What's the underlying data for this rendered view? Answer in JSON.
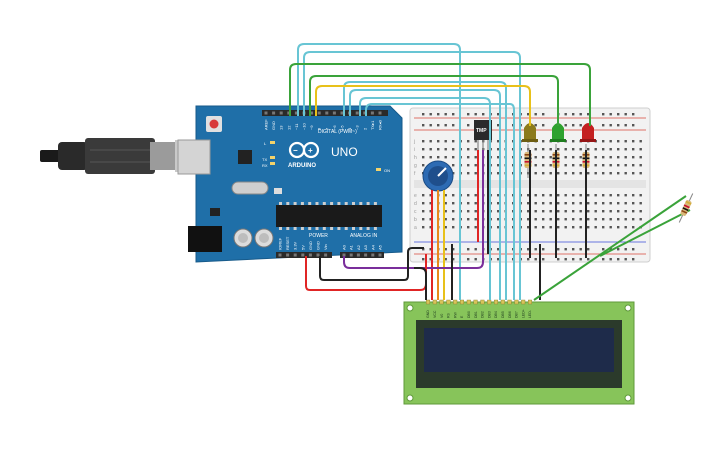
{
  "arduino": {
    "brand_label": "ARDUINO",
    "model_label": "UNO",
    "digital_label": "DIGITAL (PWM~)",
    "power_label": "POWER",
    "analog_label": "ANALOG IN",
    "tx_label": "TX",
    "rx_label": "RX",
    "l_label": "L",
    "on_label": "ON",
    "top_pins": [
      "AREF",
      "GND",
      "13",
      "12",
      "~11",
      "~10",
      "~9",
      "8",
      "7",
      "~6",
      "~5",
      "4",
      "~3",
      "2",
      "TX▸1",
      "RX◂0"
    ],
    "power_pins": [
      "IOREF",
      "RESET",
      "3.3V",
      "5V",
      "GND",
      "GND",
      "Vin"
    ],
    "analog_pins": [
      "A0",
      "A1",
      "A2",
      "A3",
      "A4",
      "A5"
    ]
  },
  "sensor": {
    "label": "TMP"
  },
  "breadboard": {
    "row_letters_top": [
      "j",
      "i",
      "h",
      "g",
      "f"
    ],
    "row_letters_bottom": [
      "e",
      "d",
      "c",
      "b",
      "a"
    ]
  },
  "lcd": {
    "pins": [
      "GND",
      "VCC",
      "V0",
      "RS",
      "RW",
      "E",
      "DB0",
      "DB1",
      "DB2",
      "DB3",
      "DB4",
      "DB5",
      "DB6",
      "DB7",
      "LED+",
      "LED-"
    ]
  },
  "colors": {
    "board_blue": "#1f6fa8",
    "breadboard": "#f2f2f2",
    "lcd_green": "#87c45a",
    "lcd_screen": "#1e2b4a",
    "wire_red": "#e02525",
    "wire_black": "#222222",
    "wire_cyan": "#68c5d4",
    "wire_green": "#3aa33a",
    "wire_yellow": "#e8c11a",
    "wire_purple": "#7a2e9b",
    "wire_orange": "#e8891a"
  }
}
